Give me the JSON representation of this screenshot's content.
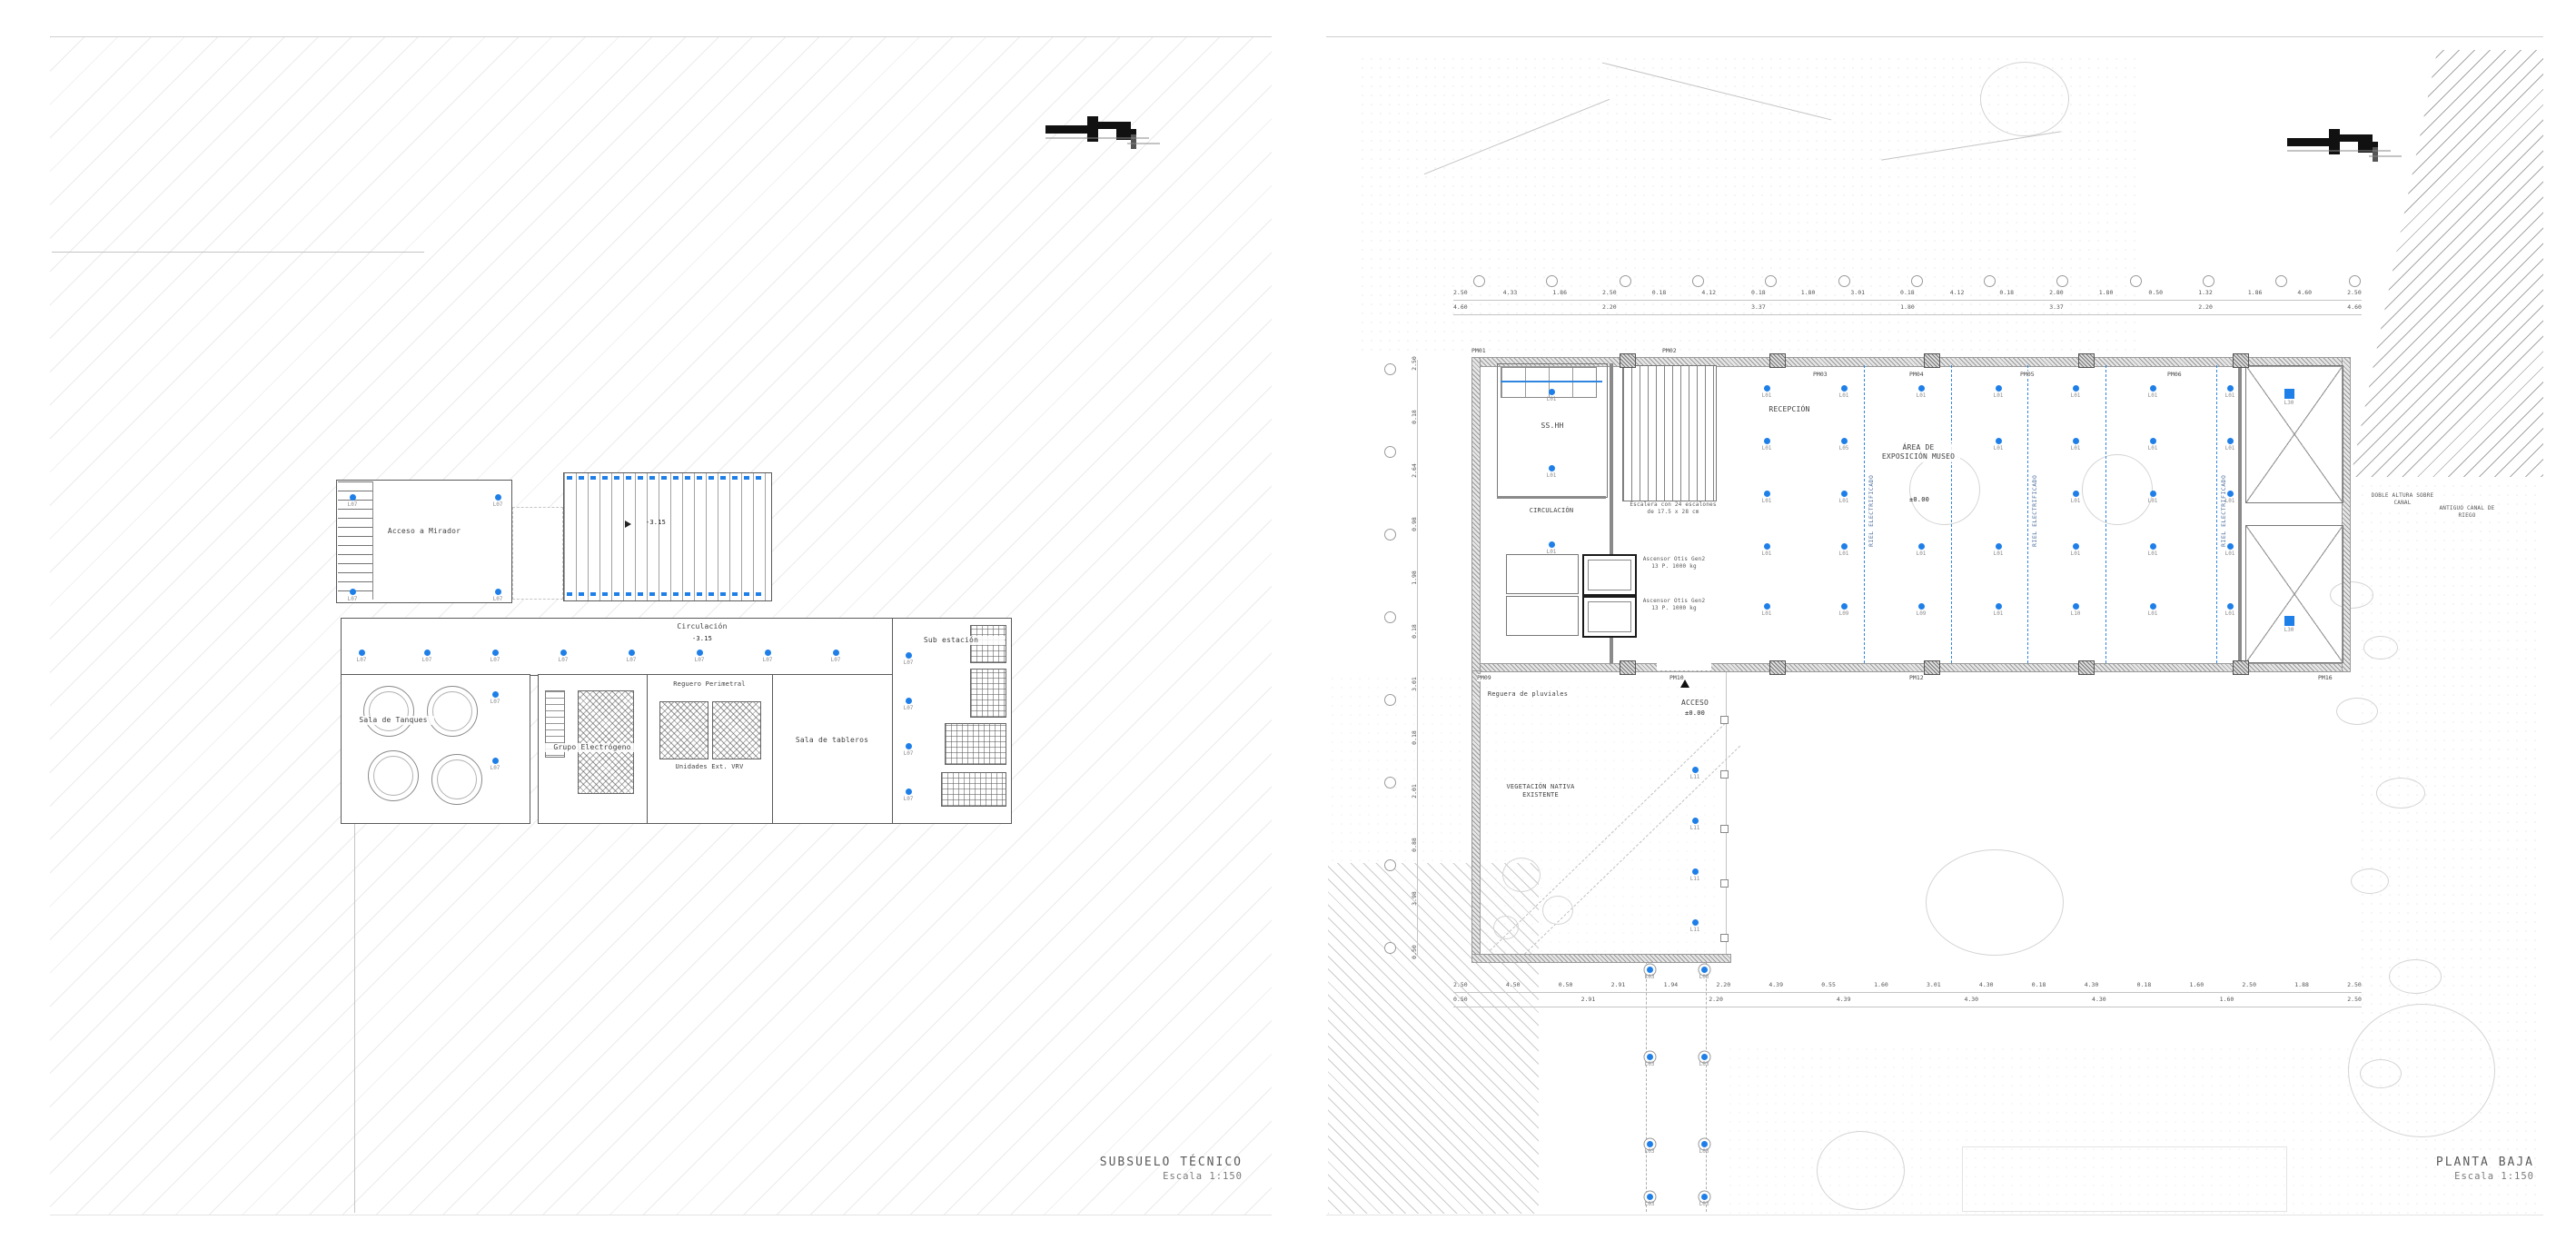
{
  "left_plan": {
    "title": "SUBSUELO TÉCNICO",
    "scale": "Escala 1:150",
    "labels": {
      "acceso_mirador": "Acceso a Mirador",
      "circulacion": "Circulación",
      "nivel_circulacion": "-3.15",
      "nivel_puente": "-3.15",
      "sala_tanques": "Sala de Tanques",
      "grupo_electrogeno": "Grupo Electrógeno",
      "reguero_perimetral": "Reguero Perimetral",
      "unidades_ext": "Unidades Ext. VRV",
      "sala_tableros": "Sala de tableros",
      "sub_estacion": "Sub estación"
    }
  },
  "right_plan": {
    "title": "PLANTA BAJA",
    "scale": "Escala 1:150",
    "labels": {
      "sshh": "SS.HH",
      "circulacion": "CIRCULACIÓN",
      "recepcion": "RECEPCIÓN",
      "museo": "ÁREA DE EXPOSICIÓN MUSEO",
      "nivel_museo": "±0.00",
      "riel": "RIEL ELECTRIFICADO",
      "acceso": "ACCESO",
      "nivel_acceso": "±0.00",
      "reguera": "Reguera de pluviales",
      "vegetacion": "VEGETACIÓN NATIVA EXISTENTE",
      "doble_altura": "DOBLE ALTURA SOBRE CANAL",
      "canal": "ANTIGUO CANAL DE RIEGO",
      "nota_escalera": "Escalera con 24 escalones de 17.5 x 28 cm",
      "nota_ascensor_1": "Ascensor Otis Gen2 13 P. 1000 kg",
      "nota_ascensor_2": "Ascensor Otis Gen2 13 P. 1000 kg"
    },
    "pm_top": [
      "PM01",
      "PM02",
      "PM03",
      "PM04",
      "PM05",
      "PM06"
    ],
    "pm_bottom": [
      "PM09",
      "PM10",
      "PM12",
      "PM16"
    ],
    "dims_top_1": [
      "2.50",
      "4.33",
      "1.86",
      "2.50",
      "0.18",
      "4.12",
      "0.18",
      "1.80",
      "3.01",
      "0.18",
      "4.12",
      "0.18",
      "2.80",
      "1.80",
      "0.50",
      "1.32",
      "1.86",
      "4.60",
      "2.50"
    ],
    "dims_top_2": [
      "4.60",
      "2.20",
      "3.37",
      "1.80",
      "3.37",
      "2.20",
      "4.60"
    ],
    "dims_bottom_1": [
      "2.50",
      "4.50",
      "0.50",
      "2.91",
      "1.94",
      "2.20",
      "4.39",
      "0.55",
      "1.60",
      "3.01",
      "4.30",
      "0.18",
      "4.30",
      "0.18",
      "1.60",
      "2.50",
      "1.88",
      "2.50"
    ],
    "dims_bottom_2": [
      "0.50",
      "2.91",
      "2.20",
      "4.39",
      "4.30",
      "4.30",
      "1.60",
      "2.50"
    ],
    "dims_left": [
      "2.50",
      "0.18",
      "2.64",
      "0.98",
      "1.98",
      "0.18",
      "3.01",
      "0.18",
      "2.01",
      "0.88",
      "3.98",
      "0.50"
    ]
  },
  "lights": {
    "L01": "L01",
    "L03": "L03",
    "L05": "L05",
    "L07": "L07",
    "L09": "L09",
    "L10": "L10",
    "L11": "L11",
    "L30": "L30"
  }
}
